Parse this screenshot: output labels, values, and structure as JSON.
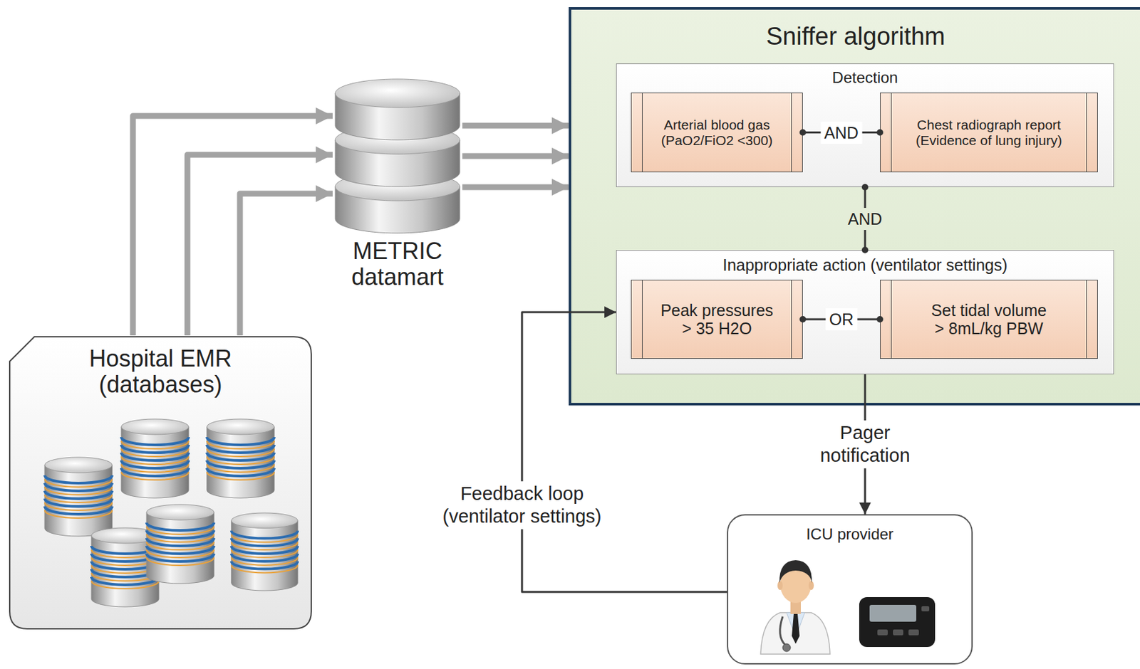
{
  "diagram": {
    "nodes": [
      {
        "text": [
          "Hospital EMR (databases)"
        ]
      },
      {
        "text": [
          "METRIC datamart"
        ]
      },
      {
        "text": [
          "Sniffer algorithm"
        ]
      },
      {
        "text": [
          "Detection"
        ],
        "in": 2
      },
      {
        "text": [
          "Arterial blood gas (PaO2/FiO2 <300)"
        ],
        "in": 3
      },
      {
        "text": [
          "Chest radiograph report (Evidence of lung injury)"
        ],
        "in": 3
      },
      {
        "text": [
          "Inappropriate action (ventilator settings)"
        ],
        "in": 2
      },
      {
        "text": [
          "Peak pressures > 35 H2O"
        ],
        "in": 6
      },
      {
        "text": [
          "Set tidal volume > 8mL/kg PBW"
        ],
        "in": 6
      },
      {
        "text": [
          "ICU provider"
        ]
      }
    ],
    "edges": [
      {
        "from": 0,
        "to": 1,
        "arrow": "to"
      },
      {
        "from": 0,
        "to": 1,
        "arrow": "to"
      },
      {
        "from": 0,
        "to": 1,
        "arrow": "to"
      },
      {
        "from": 1,
        "to": 2,
        "arrow": "to"
      },
      {
        "from": 1,
        "to": 2,
        "arrow": "to"
      },
      {
        "from": 1,
        "to": 2,
        "arrow": "to"
      },
      {
        "from": 4,
        "to": 5,
        "label": "AND",
        "arrow": "none"
      },
      {
        "from": 3,
        "to": 6,
        "label": "AND",
        "arrow": "none"
      },
      {
        "from": 7,
        "to": 8,
        "label": "OR",
        "arrow": "none"
      },
      {
        "from": 6,
        "to": 9,
        "label": "Pager notification",
        "arrow": "to"
      },
      {
        "from": 9,
        "to": 6,
        "label": "Feedback loop (ventilator settings)",
        "arrow": "to"
      }
    ]
  }
}
